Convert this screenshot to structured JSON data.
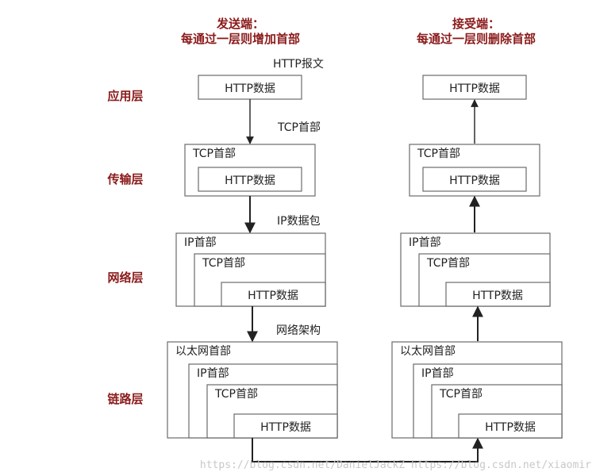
{
  "headers": {
    "sender_title": "发送端：",
    "sender_subtitle": "每通过一层则增加首部",
    "receiver_title": "接受端：",
    "receiver_subtitle": "每通过一层则删除首部"
  },
  "layers": {
    "application": "应用层",
    "transport": "传输层",
    "network": "网络层",
    "link": "链路层"
  },
  "annotations": {
    "http_message": "HTTP报文",
    "tcp_header": "TCP首部",
    "ip_packet": "IP数据包",
    "network_frame": "网络架构"
  },
  "labels": {
    "http_data": "HTTP数据",
    "tcp_header": "TCP首部",
    "ip_header": "IP首部",
    "ethernet_header": "以太网首部"
  },
  "watermark": "https://blog.csdn.net/DanielJackZ  https://blog.csdn.net/xiaomir"
}
